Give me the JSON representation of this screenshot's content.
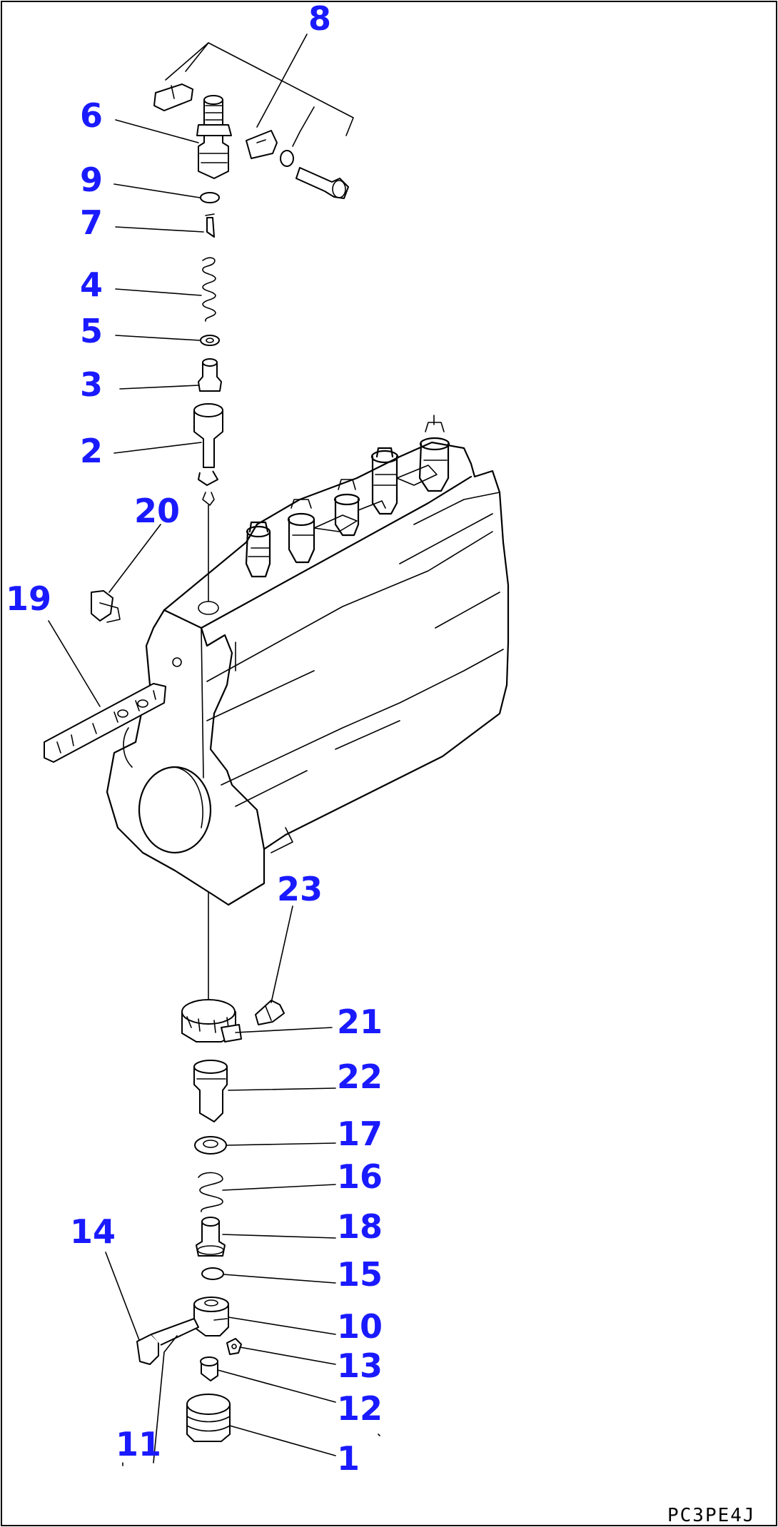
{
  "callouts": [
    {
      "id": "8",
      "text": "8"
    },
    {
      "id": "6",
      "text": "6"
    },
    {
      "id": "9",
      "text": "9"
    },
    {
      "id": "7",
      "text": "7"
    },
    {
      "id": "4",
      "text": "4"
    },
    {
      "id": "5",
      "text": "5"
    },
    {
      "id": "3",
      "text": "3"
    },
    {
      "id": "2",
      "text": "2"
    },
    {
      "id": "20",
      "text": "20"
    },
    {
      "id": "19",
      "text": "19"
    },
    {
      "id": "23",
      "text": "23"
    },
    {
      "id": "21",
      "text": "21"
    },
    {
      "id": "22",
      "text": "22"
    },
    {
      "id": "17",
      "text": "17"
    },
    {
      "id": "16",
      "text": "16"
    },
    {
      "id": "18",
      "text": "18"
    },
    {
      "id": "14",
      "text": "14"
    },
    {
      "id": "15",
      "text": "15"
    },
    {
      "id": "10",
      "text": "10"
    },
    {
      "id": "13",
      "text": "13"
    },
    {
      "id": "12",
      "text": "12"
    },
    {
      "id": "11",
      "text": "11"
    },
    {
      "id": "1",
      "text": "1"
    }
  ],
  "footer": {
    "code": "PC3PE4J"
  },
  "colors": {
    "callout": "#1a1aff",
    "line": "#000000",
    "background": "#ffffff"
  }
}
